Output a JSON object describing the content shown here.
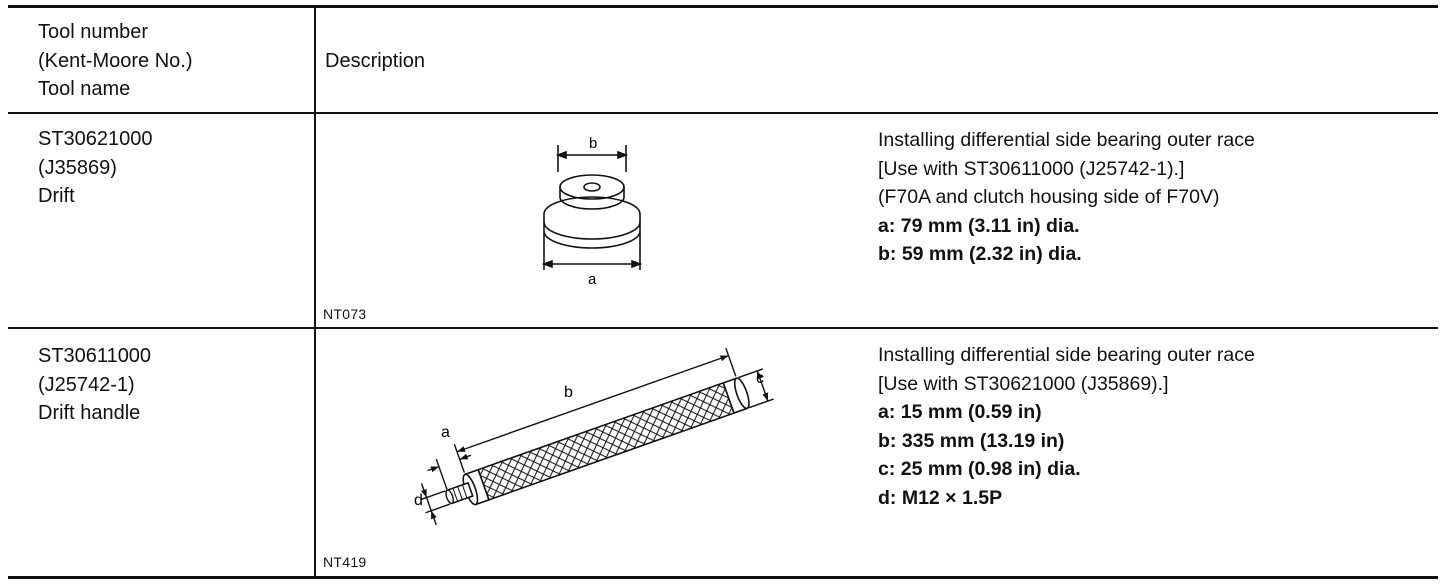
{
  "header": {
    "tool_col": [
      "Tool number",
      "(Kent-Moore No.)",
      "Tool name"
    ],
    "desc_col": "Description"
  },
  "rows": [
    {
      "tool_number": "ST30621000",
      "kent_moore": "(J35869)",
      "tool_name": "Drift",
      "illustration_code": "NT073",
      "illustration_labels": [
        "a",
        "b"
      ],
      "description": [
        "Installing differential side bearing outer race",
        "[Use with ST30611000 (J25742-1).]",
        "(F70A and clutch housing side of F70V)"
      ],
      "specs": [
        "a: 79 mm (3.11 in) dia.",
        "b: 59 mm (2.32 in) dia."
      ]
    },
    {
      "tool_number": "ST30611000",
      "kent_moore": "(J25742-1)",
      "tool_name": "Drift handle",
      "illustration_code": "NT419",
      "illustration_labels": [
        "a",
        "b",
        "c",
        "d"
      ],
      "description": [
        "Installing differential side bearing outer race",
        "[Use with ST30621000 (J35869).]"
      ],
      "specs": [
        "a: 15 mm (0.59 in)",
        "b: 335 mm (13.19 in)",
        "c: 25 mm (0.98 in) dia.",
        "d: M12 × 1.5P"
      ]
    }
  ]
}
